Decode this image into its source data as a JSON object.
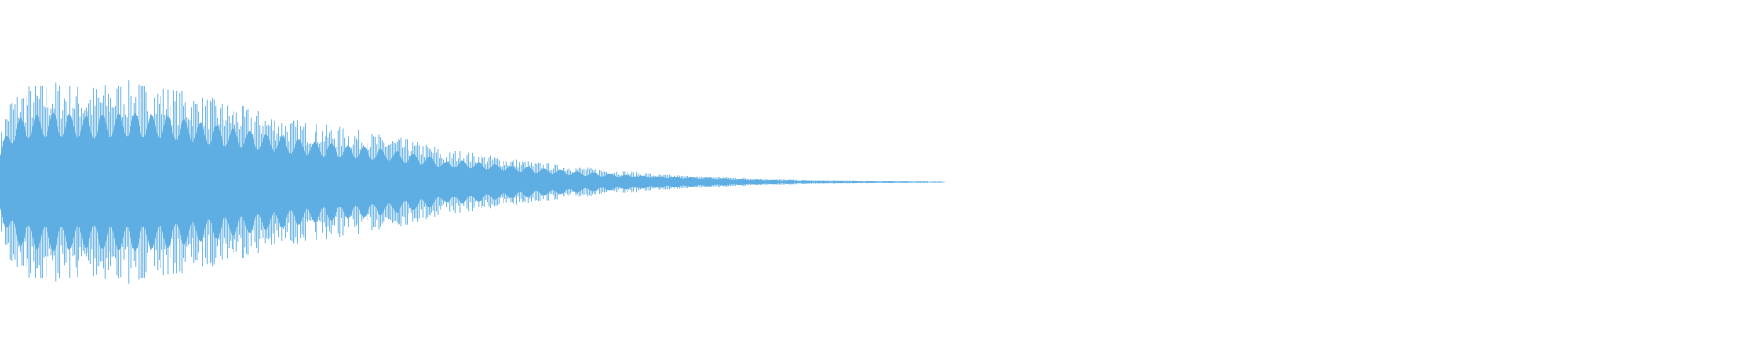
{
  "waveform": {
    "color": "#5eaee3",
    "background": "#ffffff",
    "visible_fraction_of_track": 0.54,
    "envelope_keyframes": [
      {
        "pos": 0.0,
        "amp": 0.22
      },
      {
        "pos": 0.01,
        "amp": 0.42
      },
      {
        "pos": 0.03,
        "amp": 0.48
      },
      {
        "pos": 0.06,
        "amp": 0.5
      },
      {
        "pos": 0.09,
        "amp": 0.47
      },
      {
        "pos": 0.13,
        "amp": 0.5
      },
      {
        "pos": 0.17,
        "amp": 0.48
      },
      {
        "pos": 0.21,
        "amp": 0.43
      },
      {
        "pos": 0.26,
        "amp": 0.37
      },
      {
        "pos": 0.31,
        "amp": 0.31
      },
      {
        "pos": 0.36,
        "amp": 0.27
      },
      {
        "pos": 0.41,
        "amp": 0.23
      },
      {
        "pos": 0.46,
        "amp": 0.18
      },
      {
        "pos": 0.47,
        "amp": 0.14
      },
      {
        "pos": 0.48,
        "amp": 0.16
      },
      {
        "pos": 0.55,
        "amp": 0.11
      },
      {
        "pos": 0.62,
        "amp": 0.07
      },
      {
        "pos": 0.7,
        "amp": 0.04
      },
      {
        "pos": 0.78,
        "amp": 0.02
      },
      {
        "pos": 0.86,
        "amp": 0.008
      },
      {
        "pos": 1.0,
        "amp": 0.003
      }
    ]
  }
}
